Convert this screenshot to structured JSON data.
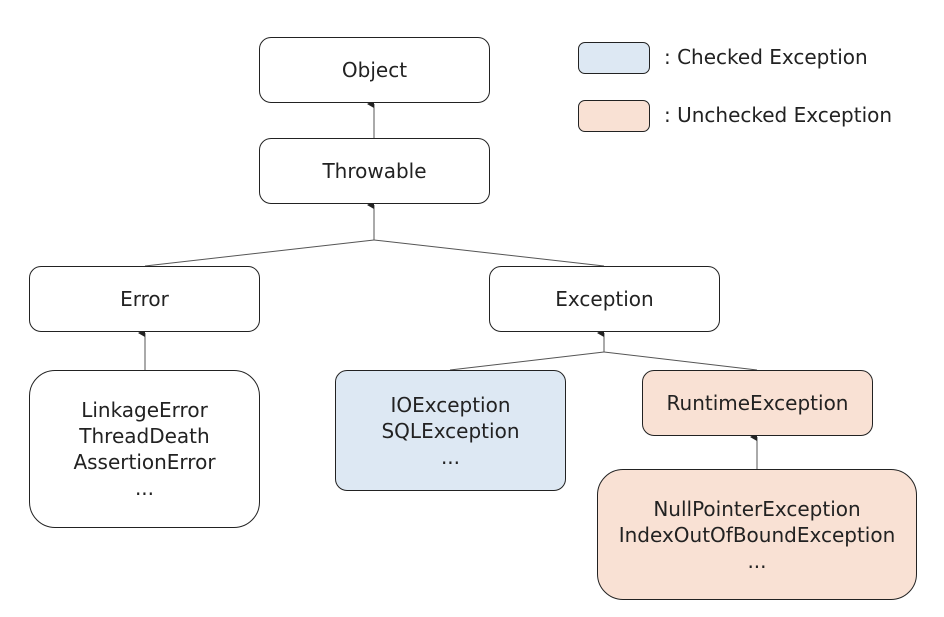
{
  "colors": {
    "checked": "#dde8f3",
    "unchecked": "#f9e1d4",
    "stroke": "#222222"
  },
  "nodes": {
    "object": {
      "lines": [
        "Object"
      ]
    },
    "throwable": {
      "lines": [
        "Throwable"
      ]
    },
    "error": {
      "lines": [
        "Error"
      ]
    },
    "exception": {
      "lines": [
        "Exception"
      ]
    },
    "error_children": {
      "lines": [
        "LinkageError",
        "ThreadDeath",
        "AssertionError",
        "..."
      ]
    },
    "checked_children": {
      "lines": [
        "IOException",
        "SQLException",
        "..."
      ]
    },
    "runtime": {
      "lines": [
        "RuntimeException"
      ]
    },
    "runtime_children": {
      "lines": [
        "NullPointerException",
        "IndexOutOfBoundException",
        "..."
      ]
    }
  },
  "legend": {
    "checked_label": ": Checked Exception",
    "unchecked_label": ": Unchecked Exception"
  }
}
